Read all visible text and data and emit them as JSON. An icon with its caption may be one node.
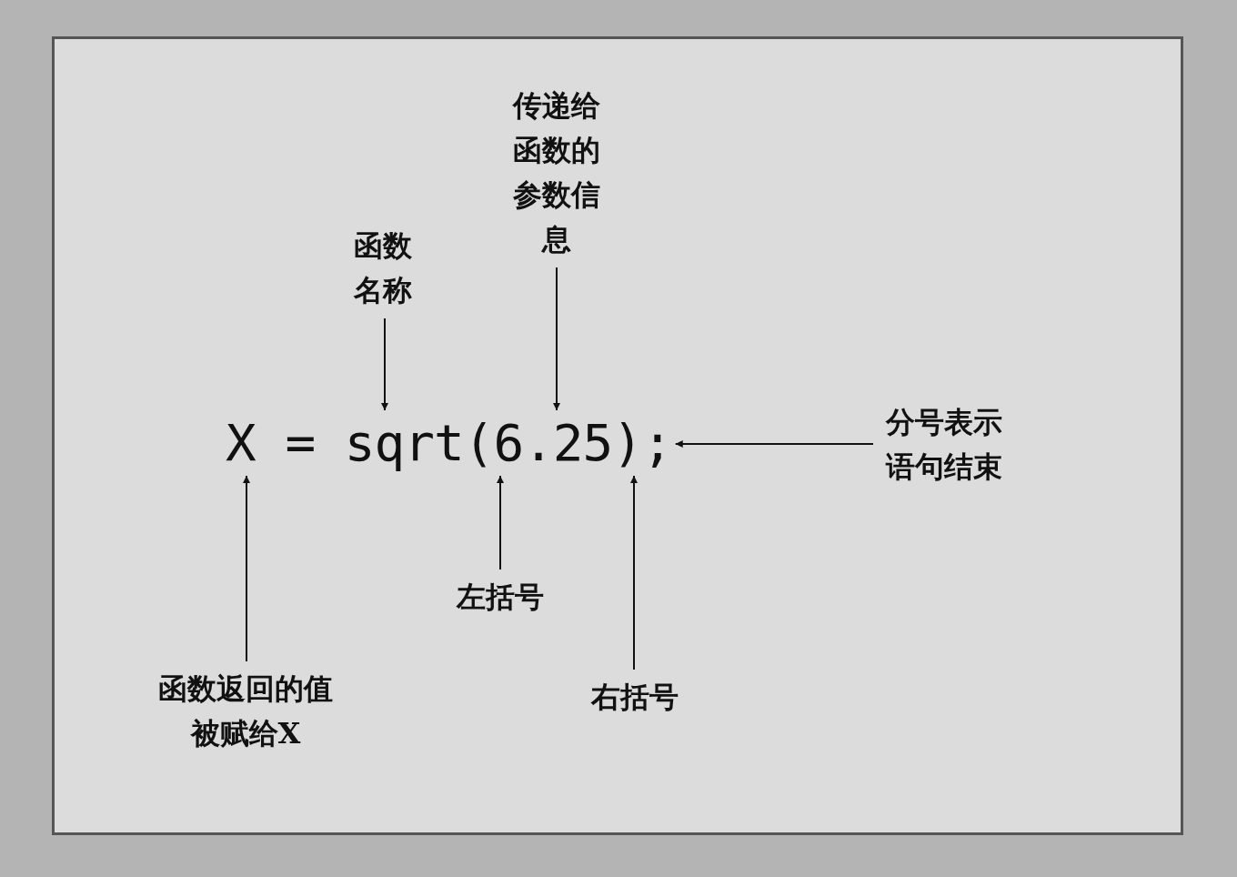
{
  "diagram": {
    "nodes": [
      {
        "text": [
          "传递给函数的参数信息"
        ]
      },
      {
        "text": [
          "函数名称"
        ]
      },
      {
        "text": [
          "分号表示语句结束"
        ]
      },
      {
        "text": [
          "左括号"
        ]
      },
      {
        "text": [
          "函数返回的值被赋给X"
        ]
      },
      {
        "text": [
          "右括号"
        ]
      },
      {
        "text": [
          "X = sqrt(6.25);"
        ]
      }
    ],
    "edges": [
      {
        "from": 0,
        "to": 6,
        "arrow": "to"
      },
      {
        "from": 1,
        "to": 6,
        "arrow": "to"
      },
      {
        "from": 2,
        "to": 6,
        "arrow": "to"
      },
      {
        "from": 3,
        "to": 6,
        "arrow": "to"
      },
      {
        "from": 4,
        "to": 6,
        "arrow": "to"
      },
      {
        "from": 5,
        "to": 6,
        "arrow": "to"
      }
    ]
  }
}
